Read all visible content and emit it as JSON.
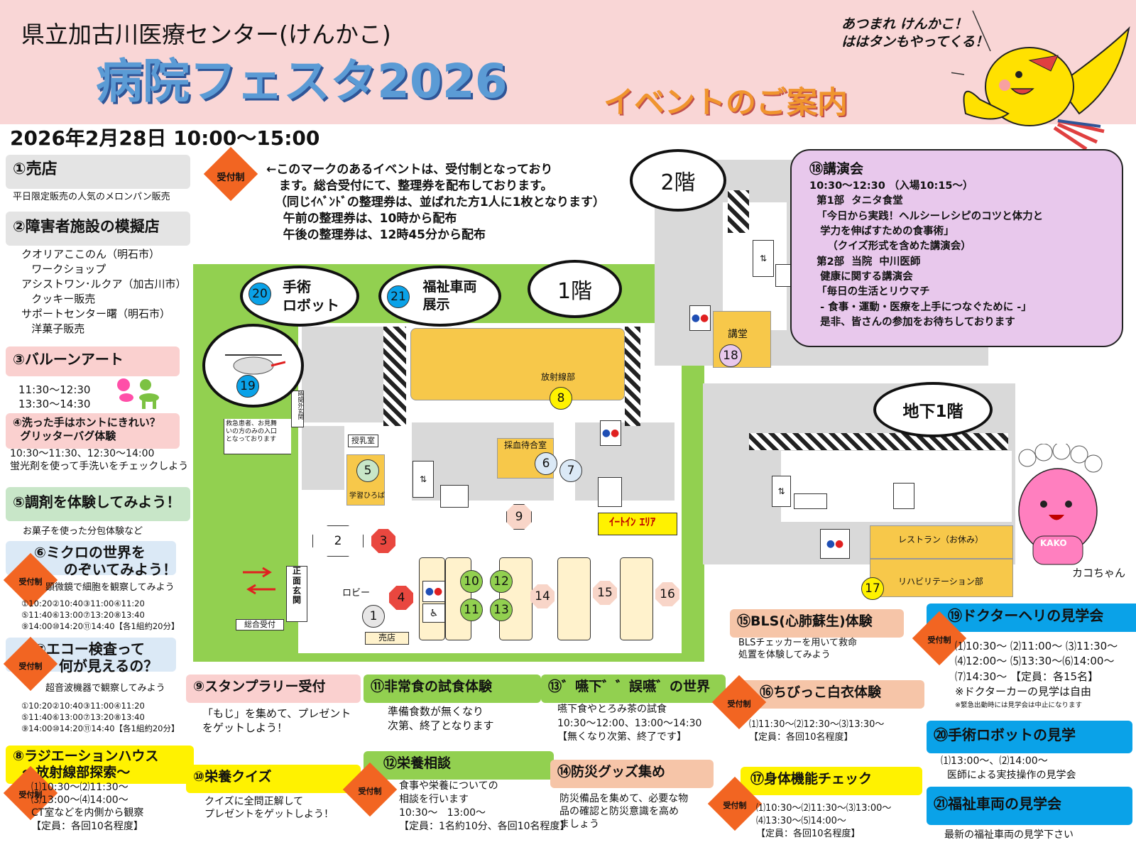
{
  "header": {
    "hospital": "県立加古川医療センター(けんかこ)",
    "title": "病院フェスタ2026",
    "subtitle": "イベントのご案内",
    "speech": "あつまれ けんかこ！\nははタンもやってくる！",
    "datetime": "2026年2月28日 10:00～15:00"
  },
  "notice": {
    "badge": "受付制",
    "text": "←このマークのあるイベントは、受付制となっており\n   ます。総合受付にて、整理券を配布しております。\n  （同じｲﾍﾞﾝﾄﾞの整理券は、並ばれた方1人に1枚となります）\n    午前の整理券は、10時から配布\n    午後の整理券は、12時45分から配布"
  },
  "floors": {
    "f1": "1階",
    "f2": "2階",
    "b1": "地下1階"
  },
  "map_labels": {
    "robot": "手術\nロボット",
    "vehicle": "福祉車両\n展示",
    "radiology": "放射線部",
    "night_entrance": "時間外玄関",
    "emergency_note": "救急患者、お見舞\nいの方のみの入口\nとなっております",
    "nursing": "授乳室",
    "study": "学習ひろば",
    "blood": "採血待合室",
    "eatin": "ｲｰﾄｲﾝ ｴﾘｱ",
    "lobby": "ロビー",
    "main_entrance": "正\n面\n玄\n関",
    "reception": "総合受付",
    "shop": "売店",
    "lecture_hall": "講堂",
    "restaurant": "レストラン（お休み）",
    "rehab": "リハビリテーション部",
    "kako": "カコちゃん",
    "kako_badge": "KAKO"
  },
  "left_events": [
    {
      "title": "①売店",
      "desc": "平日限定販売の人気のメロンパン販売"
    },
    {
      "title": "②障害者施設の模擬店",
      "desc": "クオリアここのん（明石市）\n   ワークショップ\nアシストワン･ルクア（加古川市）\n   クッキー販売\nサポートセンター曙（明石市）\n   洋菓子販売"
    },
    {
      "title": "③バルーンアート",
      "desc": "11:30～12:30\n13:30～14:30"
    },
    {
      "title": "④洗った手はホントにきれい？\n  グリッターバグ体験",
      "desc": "10:30～11:30、12:30～14:00\n蛍光剤を使って手洗いをチェックしよう"
    },
    {
      "title": "⑤調剤を体験してみよう！",
      "desc": "お菓子を使った分包体験など"
    },
    {
      "title": "⑥ミクロの世界を\n      のぞいてみよう！",
      "desc": "顕微鏡で細胞を観察してみよう",
      "times": "①10:20②10:40③11:00④11:20\n⑤11:40⑥13:00⑦13:20⑧13:40\n⑨14:00⑩14:20⑪14:40【各1組約20分】"
    },
    {
      "title": "⑦エコー検査って\n     何が見えるの？",
      "desc": "超音波機器で観察してみよう",
      "times": "①10:20②10:40③11:00④11:20\n⑤11:40⑥13:00⑦13:20⑧13:40\n⑨14:00⑩14:20⑪14:40【各1組約20分】"
    },
    {
      "title": "⑧ラジエーションハウス\n  ～放射線部探索～",
      "desc": "⑴10:30～⑵11:30～\n⑶13:00～⑷14:00～\nCT室などを内側から観察\n【定員：各回10名程度】"
    }
  ],
  "bottom_events": [
    {
      "title": "⑨スタンプラリー受付",
      "desc": "「もじ」を集めて、プレゼント\nをゲットしよう！"
    },
    {
      "title": "⑩栄養クイズ",
      "desc": "クイズに全問正解して\nプレゼントをゲットしよう！"
    },
    {
      "title": "⑪非常食の試食体験",
      "desc": "準備食数が無くなり\n次第、終了となります"
    },
    {
      "title": "⑫栄養相談",
      "desc": "食事や栄養についての\n相談を行います\n10:30～   13:00～\n【定員：1名約10分、各回10名程度】"
    },
    {
      "title": "⑬゛嚥下゛゛誤嚥゛の世界",
      "desc": "嚥下食やとろみ茶の試食\n10:30～12:00、13:00～14:30\n【無くなり次第、終了です】"
    },
    {
      "title": "⑭防災グッズ集め",
      "desc": "防災備品を集めて、必要な物\n品の確認と防災意識を高め\nましょう"
    },
    {
      "title": "⑮BLS(心肺蘇生)体験",
      "desc": "BLSチェッカーを用いて救命\n処置を体験してみよう"
    },
    {
      "title": "⑯ちびっこ白衣体験",
      "desc": "⑴11:30～⑵12:30～⑶13:30～\n【定員：各回10名程度】"
    },
    {
      "title": "⑰身体機能チェック",
      "desc": "⑴10:30～⑵11:30～⑶13:00～\n⑷13:30～⑸14:00～\n【定員：各回10名程度】"
    },
    {
      "title": "⑲ドクターヘリの見学会",
      "desc": "⑴10:30～ ⑵11:00～ ⑶11:30～\n⑷12:00～ ⑸13:30～⑹14:00～\n⑺14:30～ 【定員：各15名】\n※ドクターカーの見学は自由",
      "note": "※緊急出動時には見学会は中止になります"
    },
    {
      "title": "⑳手術ロボットの見学",
      "desc": "⑴13:00～、⑵14:00～\n  医師による実技操作の見学会"
    },
    {
      "title": "㉑福祉車両の見学会",
      "desc": "最新の福祉車両の見学下さい"
    }
  ],
  "lecture": {
    "title": "⑱講演会",
    "body": "10:30～12:30 （入場10:15～）\n  第1部  タニタ食堂\n  「今日から実践！ヘルシーレシピのコツと体力と\n   学力を伸ばすための食事術」\n     （クイズ形式を含めた講演会）\n  第2部  当院  中川医師\n   健康に関する講演会\n  「毎日の生活とリウマチ\n   - 食事・運動・医療を上手につなぐために -」\n   是非、皆さんの参加をお待ちしております"
  },
  "markers": [
    "1",
    "2",
    "3",
    "4",
    "5",
    "6",
    "7",
    "8",
    "9",
    "10",
    "11",
    "12",
    "13",
    "14",
    "15",
    "16",
    "17",
    "18",
    "19",
    "20",
    "21"
  ],
  "colors": {
    "header_bg": "#f9d6d6",
    "title_blue": "#5b9bd5",
    "subtitle_orange": "#f0952e",
    "uketsuke": "#f26522",
    "map_green": "#92d050",
    "room_yellow": "#f7c84a",
    "lecture_bg": "#e8c8ec"
  }
}
